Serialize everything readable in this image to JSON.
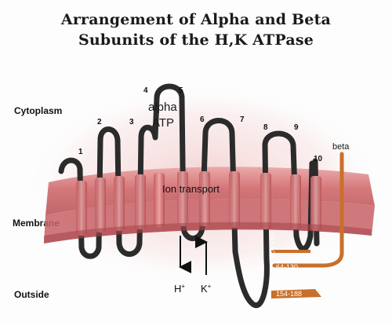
{
  "title": {
    "line1": "Arrangement of Alpha and Beta",
    "line2": "Subunits of the H,K ATPase"
  },
  "regions": {
    "cytoplasm": "Cytoplasm",
    "membrane": "Membrane",
    "outside": "Outside"
  },
  "segments": [
    "1",
    "2",
    "3",
    "4",
    "5",
    "6",
    "7",
    "8",
    "9",
    "10"
  ],
  "labels": {
    "alpha": "alpha",
    "atp": "ATP",
    "beta": "beta",
    "ion_transport": "Ion transport",
    "h_ion": "H",
    "k_ion": "K",
    "ion_charge": "+",
    "range_907": "907-922",
    "range_64": "64-130",
    "range_154": "154-188"
  },
  "colors": {
    "chain": "#2b2b2b",
    "membrane": "#d9777a",
    "beta": "#c8702a"
  }
}
